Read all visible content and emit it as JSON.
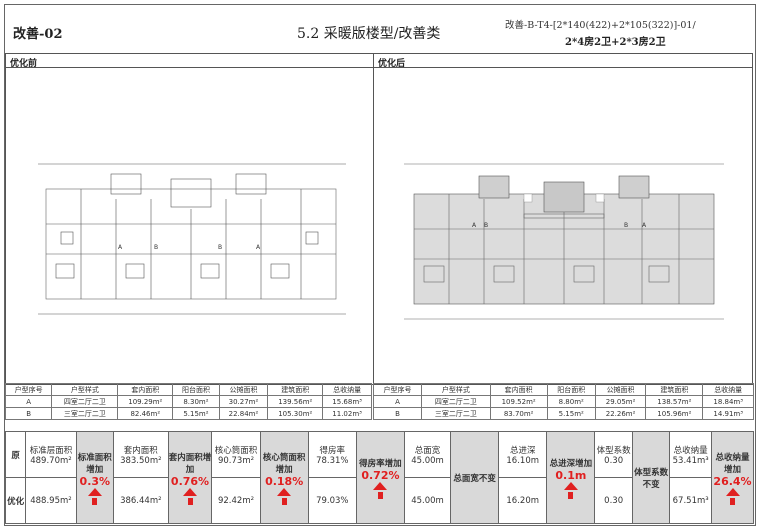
{
  "header": {
    "left": "改善-02",
    "center": "5.2 采暖版楼型/改善类",
    "right_line1": "改善-B-T4-[2*140(422)+2*105(322)]-01/",
    "right_line2": "2*4房2卫+2*3房2卫"
  },
  "panels": {
    "before_title": "优化前",
    "after_title": "优化后"
  },
  "unit_table": {
    "headers": [
      "户型序号",
      "户型样式",
      "套内面积",
      "阳台面积",
      "公摊面积",
      "建筑面积",
      "总收纳量"
    ],
    "before_rows": [
      [
        "A",
        "四室二厅二卫",
        "109.29m²",
        "8.30m²",
        "30.27m²",
        "139.56m²",
        "15.68m³"
      ],
      [
        "B",
        "三室二厅二卫",
        "82.46m²",
        "5.15m²",
        "22.84m²",
        "105.30m²",
        "11.02m³"
      ]
    ],
    "after_rows": [
      [
        "A",
        "四室二厅二卫",
        "109.52m²",
        "8.80m²",
        "29.05m²",
        "138.57m²",
        "18.84m³"
      ],
      [
        "B",
        "三室二厅二卫",
        "83.70m²",
        "5.15m²",
        "22.26m²",
        "105.96m²",
        "14.91m³"
      ]
    ]
  },
  "summary": {
    "row_label_orig": "原",
    "row_label_opt": "优化",
    "std_area_label": "标准层面积",
    "std_area_orig": "489.70m²",
    "std_area_opt": "488.95m²",
    "std_area_inc_label": "标准面积增加",
    "std_area_inc": "0.3%",
    "inner_label": "套内面积",
    "inner_orig": "383.50m²",
    "inner_opt": "386.44m²",
    "inner_inc_label": "套内面积增加",
    "inner_inc": "0.76%",
    "core_label": "核心筒面积",
    "core_orig": "90.73m²",
    "core_opt": "92.42m²",
    "core_inc_label": "核心筒面积增加",
    "core_inc": "0.18%",
    "room_rate_label": "得房率",
    "room_rate_orig": "78.31%",
    "room_rate_opt": "79.03%",
    "room_rate_inc_label": "得房率增加",
    "room_rate_inc": "0.72%",
    "width_label": "总面宽",
    "width_orig": "45.00m",
    "width_opt": "45.00m",
    "width_note": "总面宽不变",
    "depth_label": "总进深",
    "depth_orig": "16.10m",
    "depth_opt": "16.20m",
    "depth_inc_label": "总进深增加",
    "depth_inc": "0.1m",
    "shape_label": "体型系数",
    "shape_orig": "0.30",
    "shape_opt": "0.30",
    "shape_note": "体型系数不变",
    "storage_label": "总收纳量",
    "storage_orig": "53.41m³",
    "storage_opt": "67.51m³",
    "storage_inc_label": "总收纳量增加",
    "storage_inc": "26.4%"
  }
}
